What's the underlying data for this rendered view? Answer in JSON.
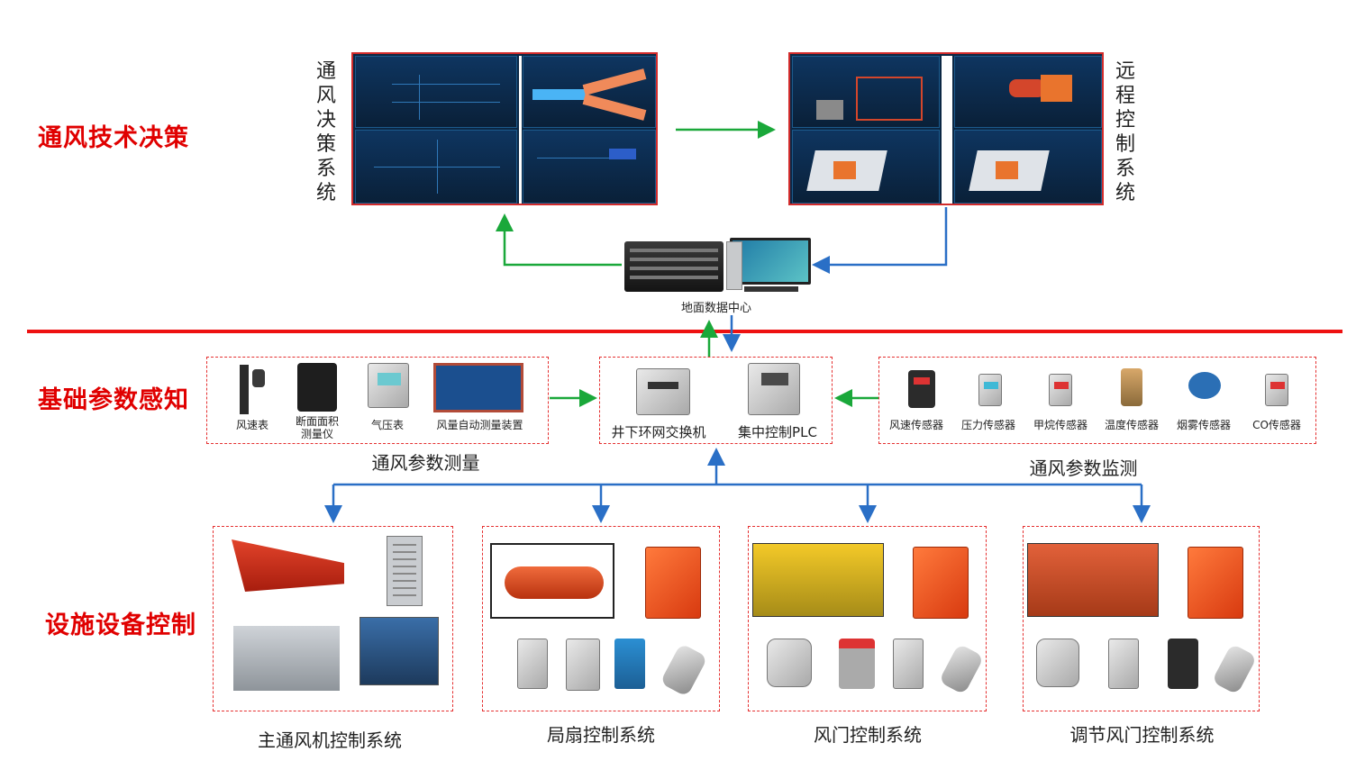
{
  "sections": {
    "decision": "通风技术决策",
    "sensing": "基础参数感知",
    "control": "设施设备控制"
  },
  "vertical_labels": {
    "decision_system": "通风决策系统",
    "remote_system": "远程控制系统"
  },
  "data_center": {
    "label": "地面数据中心"
  },
  "measurement": {
    "items": [
      {
        "label": "风速表"
      },
      {
        "label": "断面面积测量仪"
      },
      {
        "label": "气压表"
      },
      {
        "label": "风量自动测量装置"
      }
    ],
    "caption": "通风参数测量"
  },
  "network": {
    "switch_label": "井下环网交换机",
    "plc_label": "集中控制PLC"
  },
  "monitoring": {
    "items": [
      {
        "label": "风速传感器"
      },
      {
        "label": "压力传感器"
      },
      {
        "label": "甲烷传感器"
      },
      {
        "label": "温度传感器"
      },
      {
        "label": "烟雾传感器"
      },
      {
        "label": "CO传感器"
      }
    ],
    "caption": "通风参数监测"
  },
  "control_systems": [
    {
      "caption": "主通风机控制系统"
    },
    {
      "caption": "局扇控制系统"
    },
    {
      "caption": "风门控制系统"
    },
    {
      "caption": "调节风门控制系统"
    }
  ],
  "colors": {
    "accent_red": "#e00000",
    "divider_red": "#ee1111",
    "arrow_green": "#1aa83a",
    "arrow_blue": "#2a6fc6",
    "dashed_border": "#e53030"
  }
}
